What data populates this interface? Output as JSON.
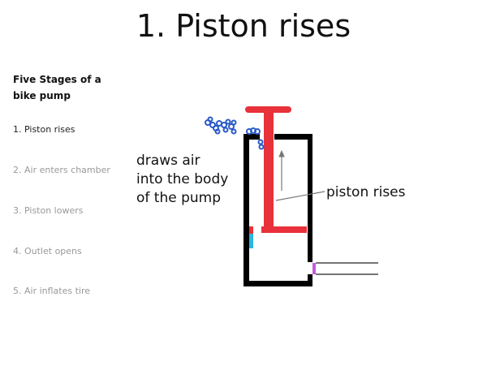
{
  "slide": {
    "title": "1. Piston rises"
  },
  "sidebar": {
    "heading": "Five Stages of a bike pump",
    "items": [
      {
        "label": "1. Piston rises",
        "active": true
      },
      {
        "label": "2. Air enters chamber",
        "active": false
      },
      {
        "label": "3. Piston lowers",
        "active": false
      },
      {
        "label": "4. Outlet opens",
        "active": false
      },
      {
        "label": "5. Air inflates tire",
        "active": false
      }
    ]
  },
  "diagram": {
    "left_label": [
      "draws air",
      "into the body",
      "of the pump"
    ],
    "right_label": "piston rises",
    "colors": {
      "piston": "#e8313a",
      "body": "#000000",
      "air": "#2a5bc9",
      "valve": "#29b6e0",
      "outlet_valve": "#c45be0"
    }
  }
}
